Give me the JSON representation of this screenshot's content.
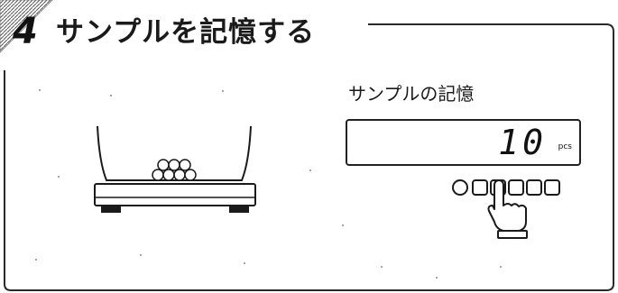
{
  "step": {
    "number": "4",
    "title": "サンプルを記憶する"
  },
  "panel": {
    "caption": "サンプルの記憶",
    "display_value": "10",
    "display_unit": "pcs"
  },
  "keypad": {
    "keys": [
      "round-key",
      "square-key",
      "square-key",
      "square-key",
      "square-key",
      "square-key"
    ],
    "pressed_index": 2
  },
  "icons": [
    "hand-pointer-icon",
    "scale-icon",
    "sample-balls-icon"
  ]
}
